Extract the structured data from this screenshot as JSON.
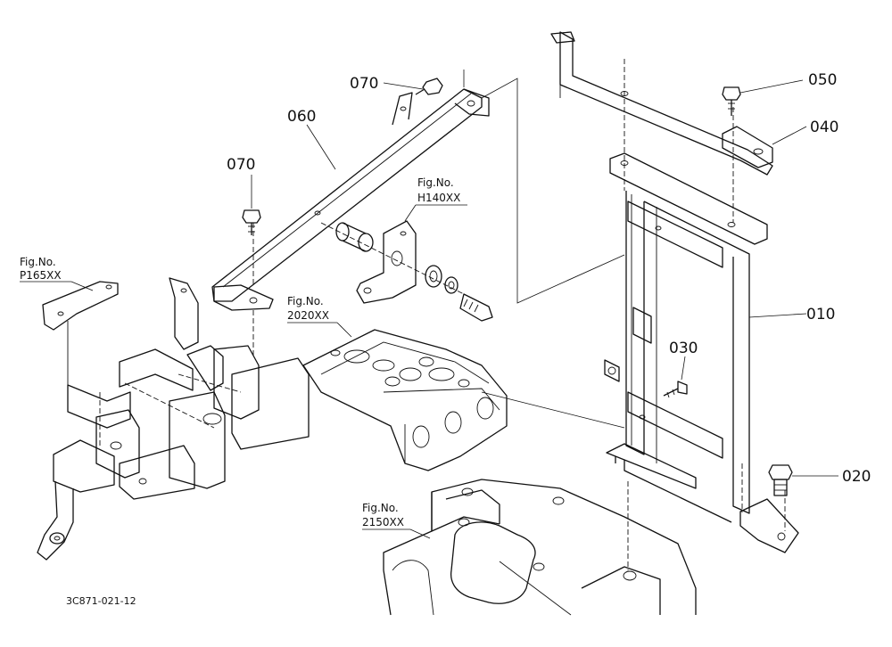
{
  "parts": {
    "p010": "010",
    "p020": "020",
    "p030": "030",
    "p040": "040",
    "p050": "050",
    "p060": "060",
    "p070a": "070",
    "p070b": "070"
  },
  "fig_refs": {
    "h140": {
      "line1": "Fig.No.",
      "line2": "H140XX"
    },
    "p165": {
      "line1": "Fig.No.",
      "line2": "P165XX"
    },
    "r2020": {
      "line1": "Fig.No.",
      "line2": "2020XX"
    },
    "r2150": {
      "line1": "Fig.No.",
      "line2": "2150XX"
    }
  },
  "drawing_code": "3C871-021-12"
}
